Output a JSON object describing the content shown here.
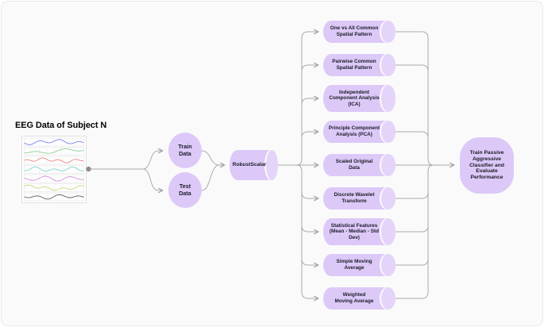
{
  "header": {
    "title": "EEG Data of Subject N"
  },
  "nodes": {
    "train": {
      "label": "Train\nData"
    },
    "test": {
      "label": "Test\nData"
    },
    "scaler": {
      "label": "RobustScalar"
    },
    "classifier": {
      "label": "Train Passive\nAggressive\nClassifier and\nEvaluate\nPerformance"
    }
  },
  "feature_cylinders": [
    {
      "label": "One vs All Common\nSpatial Pattern"
    },
    {
      "label": "Pairwise Common\nSpatial Pattern"
    },
    {
      "label": "Independent\nComponent Analysis\n(ICA)"
    },
    {
      "label": "Principle Component\nAnalysis (PCA)"
    },
    {
      "label": "Scaled Original\nData"
    },
    {
      "label": "Discrete Wavelet\nTransform"
    },
    {
      "label": "Statistical Features\n(Mean - Median - Std\nDev)"
    },
    {
      "label": "Simple Moving\nAverage"
    },
    {
      "label": "Weighted\nMoving Average"
    }
  ],
  "colors": {
    "canvas_bg": "#fafafa",
    "node_fill": "#dcc9f8",
    "node_cap": "#e4d4fa",
    "connector": "#ababab",
    "arrowhead": "#9e9e9e",
    "junction_dot": "#8f8f8f",
    "eeg_signal_colors": [
      "#7c83ea",
      "#8fcf96",
      "#ec8b85",
      "#79d8cc",
      "#d78fdf",
      "#cdd97d",
      "#5f5f5f"
    ]
  }
}
